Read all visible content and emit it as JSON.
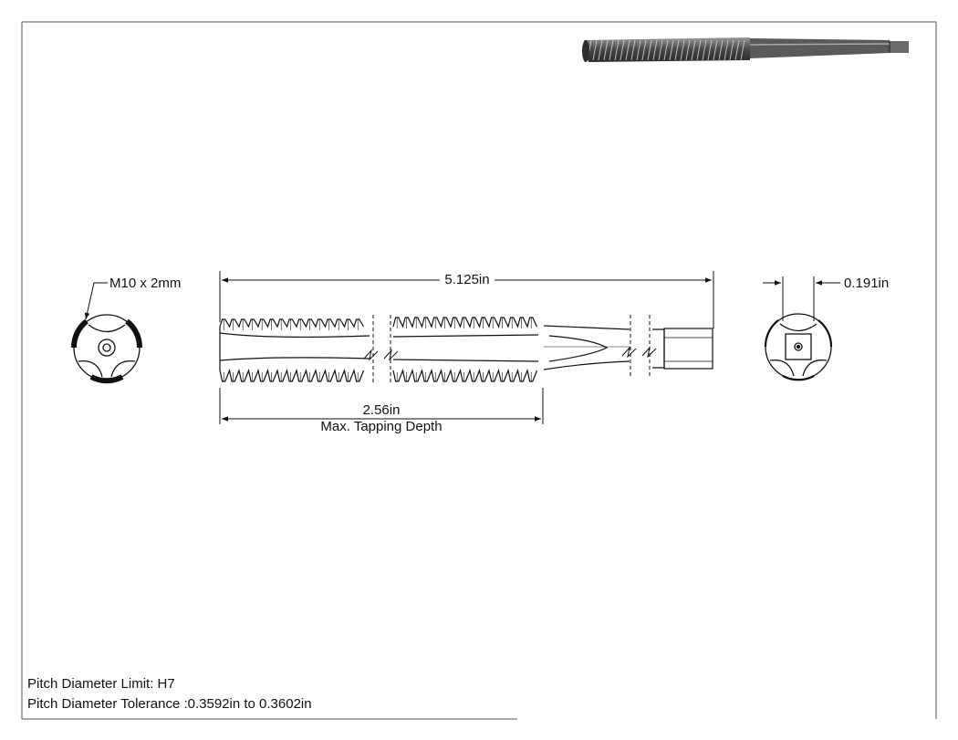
{
  "dimensions": {
    "overall_length": "5.125in",
    "shank_square": "0.191in",
    "thread_size": "M10 x 2mm",
    "tapping_depth": "2.56in",
    "tapping_depth_caption": "Max. Tapping Depth"
  },
  "notes": {
    "pitch_diameter_limit": "Pitch Diameter Limit: H7",
    "pitch_diameter_tolerance": "Pitch Diameter Tolerance :0.3592in to 0.3602in"
  },
  "colors": {
    "line": "#111111",
    "border": "#555555",
    "iso_dark": "#3a3a3a",
    "iso_mid": "#6e6e6e",
    "iso_light": "#b5b5b5"
  }
}
